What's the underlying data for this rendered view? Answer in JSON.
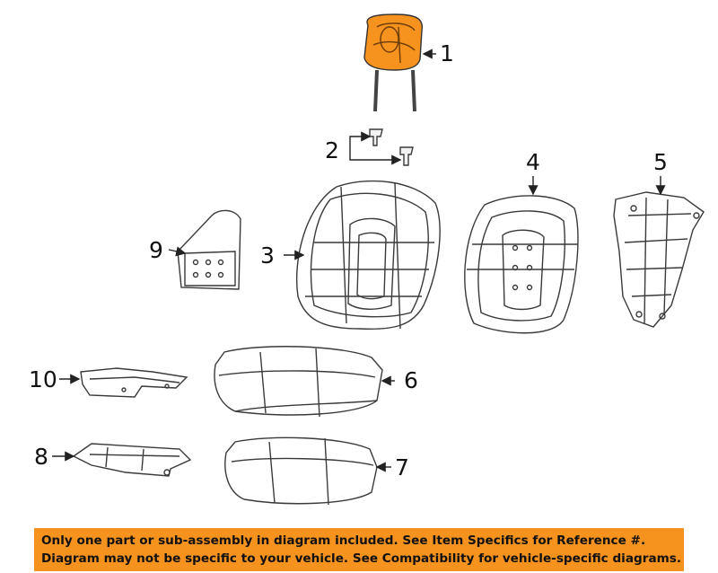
{
  "colors": {
    "highlight": "#f6921e",
    "line": "#3a3a3a",
    "background": "#ffffff",
    "banner": "#f6921e"
  },
  "callouts": [
    "1",
    "2",
    "3",
    "4",
    "5",
    "6",
    "7",
    "8",
    "9",
    "10"
  ],
  "notice": {
    "line1": "Only one part or sub-assembly in diagram included. See Item Specifics for Reference #.",
    "line2": "Diagram may not be specific to your vehicle. See Compatibility for vehicle-specific diagrams."
  }
}
